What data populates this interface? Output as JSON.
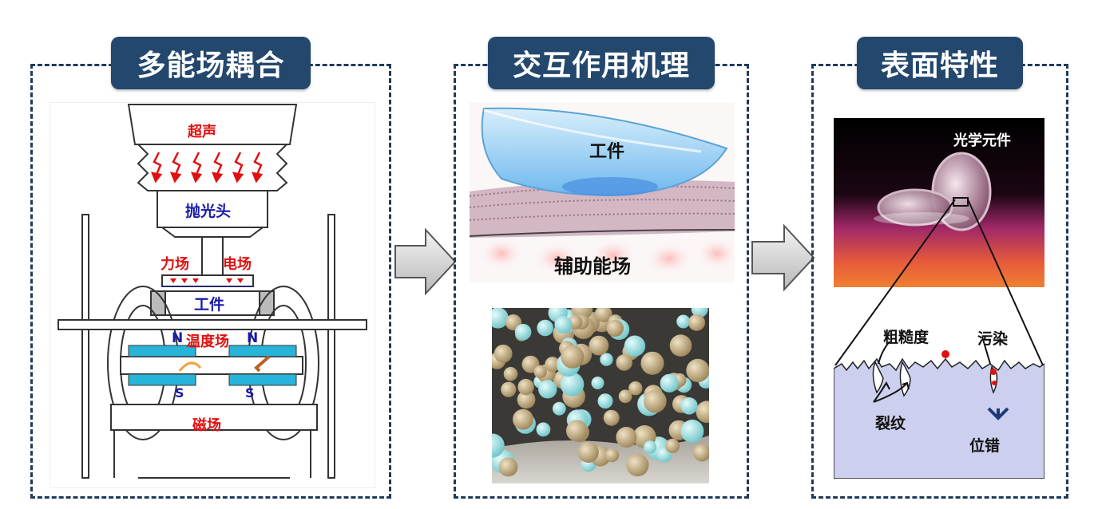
{
  "panels": [
    {
      "title": "多能场耦合"
    },
    {
      "title": "交互作用机理"
    },
    {
      "title": "表面特性"
    }
  ],
  "device": {
    "ultrasound": "超声",
    "polish_head": "抛光头",
    "force_field": "力场",
    "electric_field": "电场",
    "workpiece": "工件",
    "temperature_field": "温度场",
    "pole_n_left": "N",
    "pole_n_right": "N",
    "pole_s_left": "S",
    "pole_s_right": "S",
    "magnetic_field": "磁场"
  },
  "mechanism": {
    "workpiece": "工件",
    "aux_field": "辅助能场"
  },
  "surface": {
    "optics": "光学元件",
    "roughness": "粗糙度",
    "contamination": "污染",
    "cracks": "裂纹",
    "dislocation": "位错"
  },
  "colors": {
    "panel_border": "#1f3a5c",
    "title_bg": "#24476d",
    "label_red": "#e01010",
    "label_blue": "#1a1aa8",
    "magnet_cyan": "#28b4d8",
    "surface_fill": "#ccd0ee"
  }
}
